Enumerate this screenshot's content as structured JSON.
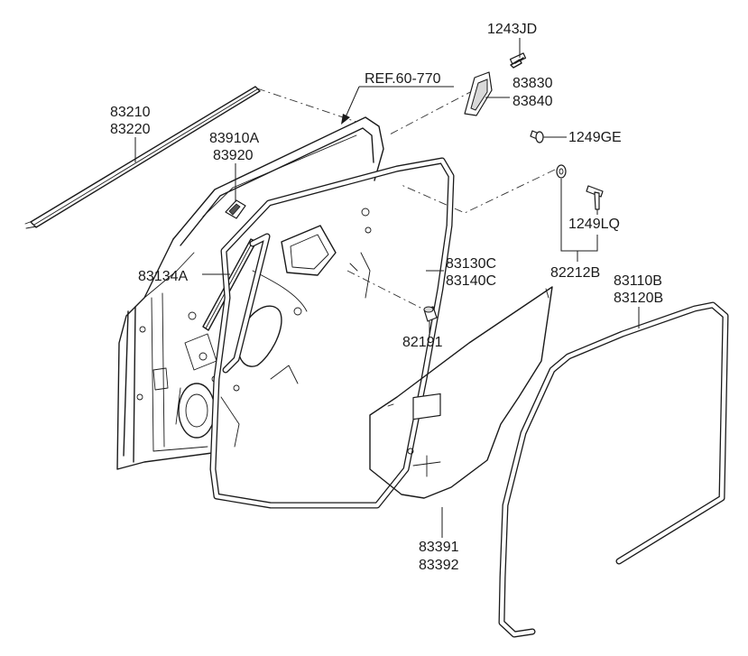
{
  "diagram": {
    "ref_label": "REF.60-770",
    "callouts": {
      "c1243jd": [
        "1243JD"
      ],
      "c83830": [
        "83830",
        "83840"
      ],
      "c1249ge": [
        "1249GE"
      ],
      "c83210": [
        "83210",
        "83220"
      ],
      "c83910a": [
        "83910A",
        "83920"
      ],
      "c1249lq": [
        "1249LQ"
      ],
      "c82212b": [
        "82212B"
      ],
      "c83134a": [
        "83134A"
      ],
      "c83130c": [
        "83130C",
        "83140C"
      ],
      "c83110b": [
        "83110B",
        "83120B"
      ],
      "c82191": [
        "82191"
      ],
      "c83391": [
        "83391",
        "83392"
      ]
    }
  }
}
